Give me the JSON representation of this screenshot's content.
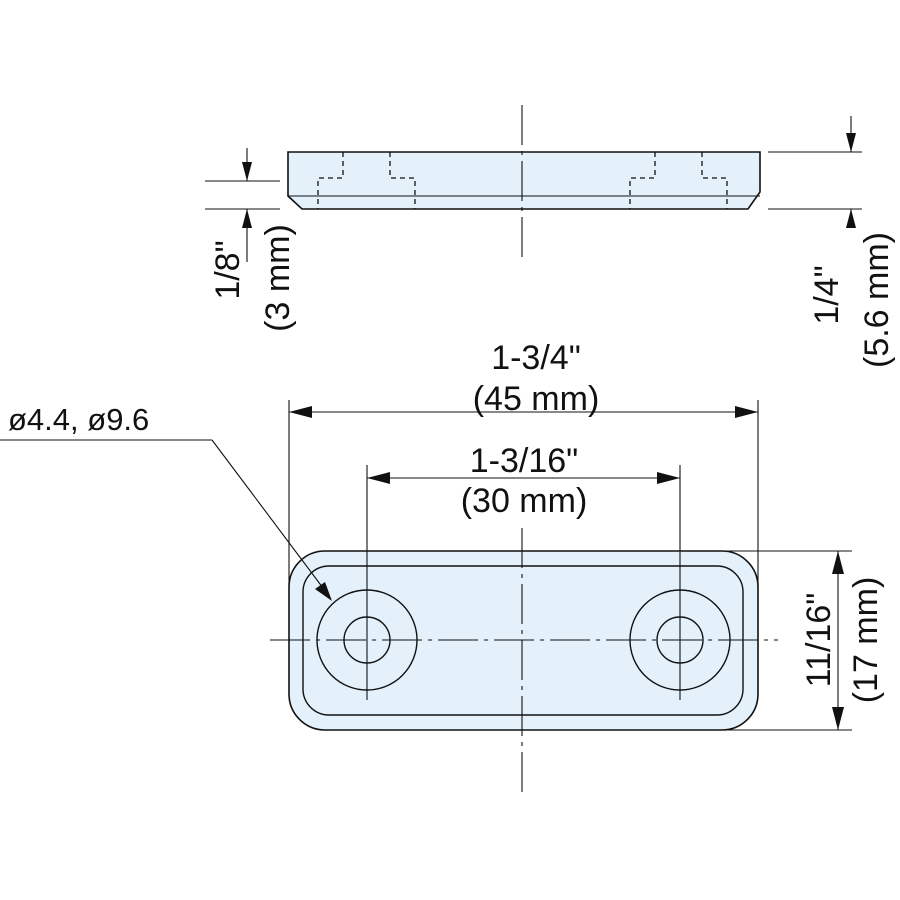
{
  "colors": {
    "part_fill": "#e4f1fb",
    "line": "#111111",
    "background": "#ffffff"
  },
  "side_view": {
    "thickness_left": {
      "imperial": "1/8\"",
      "metric": "(3 mm)"
    },
    "thickness_right": {
      "imperial": "1/4\"",
      "metric": "(5.6 mm)"
    }
  },
  "top_view": {
    "overall_width": {
      "imperial": "1-3/4\"",
      "metric": "(45 mm)"
    },
    "hole_spacing": {
      "imperial": "1-3/16\"",
      "metric": "(30 mm)"
    },
    "height": {
      "imperial": "11/16\"",
      "metric": "(17 mm)"
    },
    "hole_callout": "ø4.4, ø9.6"
  }
}
